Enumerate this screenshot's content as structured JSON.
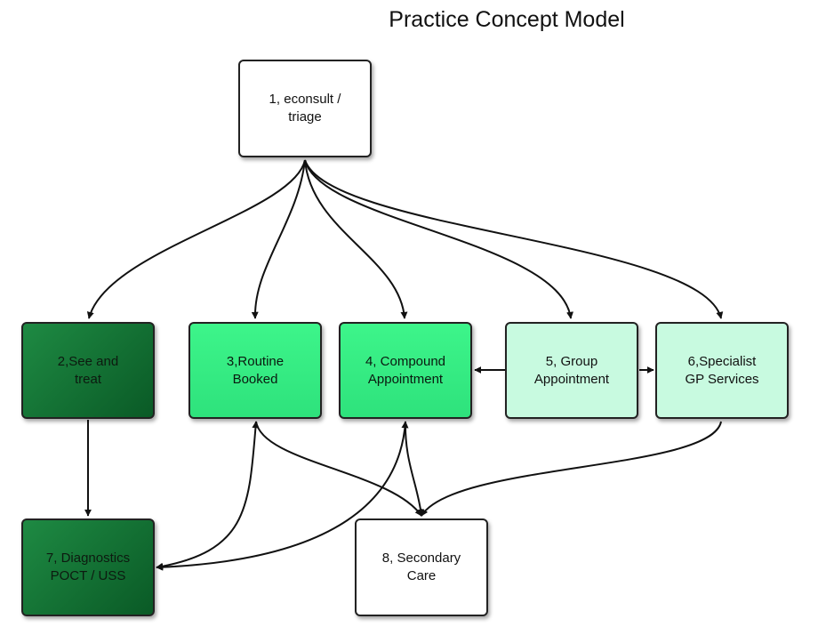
{
  "title": "Practice Concept Model",
  "colors": {
    "dark_green": "#157a38",
    "bright_green": "#36ee84",
    "pale_green": "#c8fae0",
    "white": "#ffffff",
    "stroke": "#111111"
  },
  "nodes": [
    {
      "id": "n1",
      "label": "1, econsult /\ntriage"
    },
    {
      "id": "n2",
      "label": "2,See and\ntreat"
    },
    {
      "id": "n3",
      "label": "3,Routine\nBooked"
    },
    {
      "id": "n4",
      "label": "4, Compound\nAppointment"
    },
    {
      "id": "n5",
      "label": "5, Group\nAppointment"
    },
    {
      "id": "n6",
      "label": "6,Specialist\nGP Services"
    },
    {
      "id": "n7",
      "label": "7, Diagnostics\nPOCT / USS"
    },
    {
      "id": "n8",
      "label": "8, Secondary\nCare"
    }
  ],
  "edges": [
    {
      "from": "n1",
      "to": "n2"
    },
    {
      "from": "n1",
      "to": "n3"
    },
    {
      "from": "n1",
      "to": "n4"
    },
    {
      "from": "n1",
      "to": "n5"
    },
    {
      "from": "n1",
      "to": "n6"
    },
    {
      "from": "n5",
      "to": "n4"
    },
    {
      "from": "n5",
      "to": "n6"
    },
    {
      "from": "n2",
      "to": "n7"
    },
    {
      "from": "n3",
      "to": "n8"
    },
    {
      "from": "n4",
      "to": "n8"
    },
    {
      "from": "n6",
      "to": "n8"
    },
    {
      "from": "n7",
      "to": "n3",
      "bidirectional": true
    },
    {
      "from": "n7",
      "to": "n4",
      "bidirectional": true
    }
  ]
}
